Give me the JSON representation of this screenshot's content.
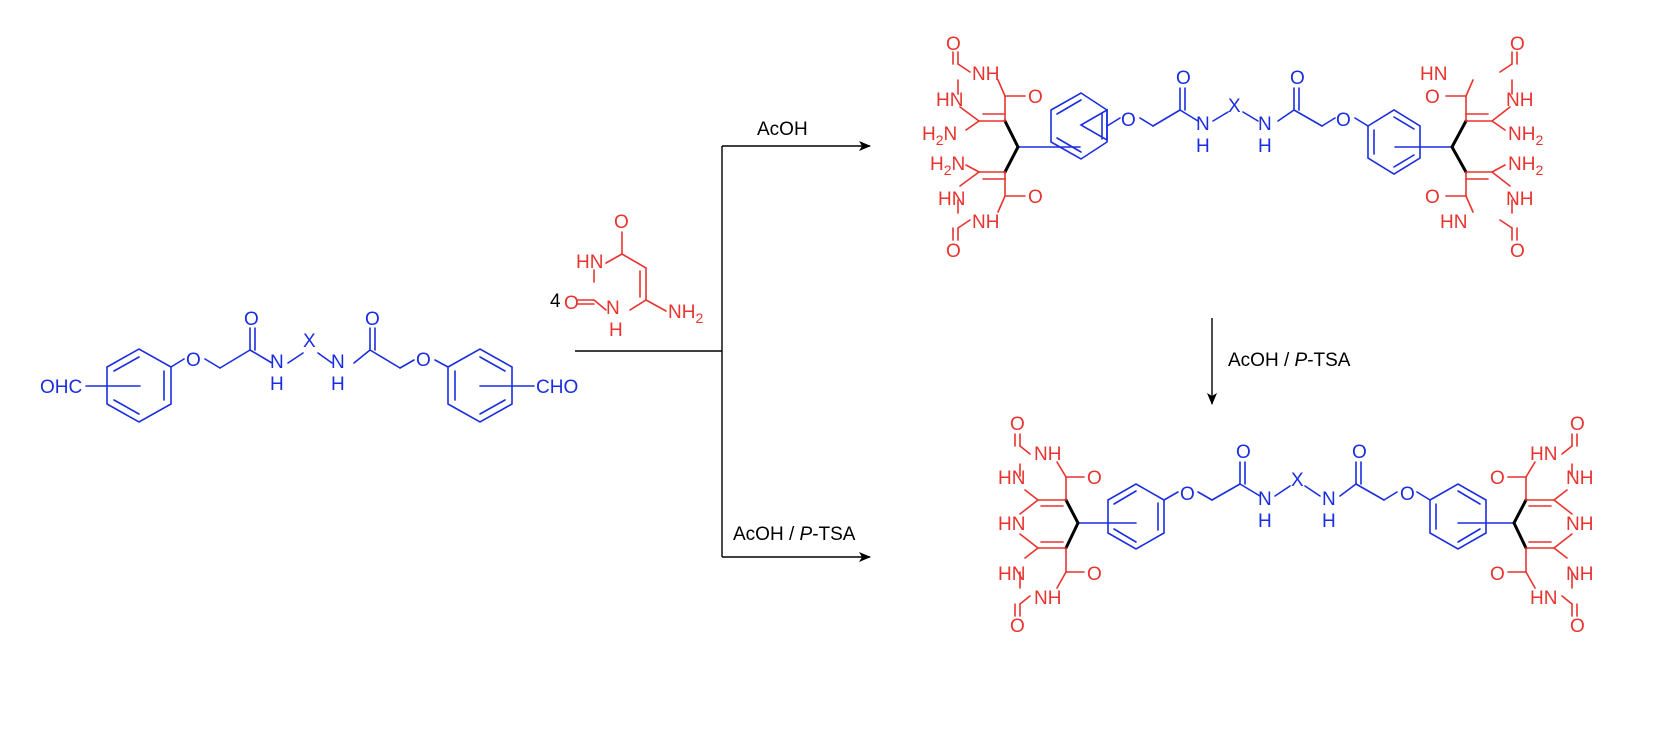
{
  "colors": {
    "aldehyde": "#1a2ee0",
    "uracil": "#e8332f",
    "black": "#000000"
  },
  "reagent": {
    "equivalents": "4"
  },
  "conditions": {
    "top": "AcOH",
    "bottom_prefix": "AcOH / ",
    "bottom_italic": "P",
    "bottom_suffix": "-TSA",
    "right_prefix": "AcOH / ",
    "right_italic": "P",
    "right_suffix": "-TSA"
  },
  "labels": {
    "O": "O",
    "NH": "NH",
    "HN": "HN",
    "H": "H",
    "N": "N",
    "X": "X",
    "NH2": "NH",
    "H2N": "H",
    "sub2": "2",
    "CHO_left": "OHC",
    "CHO_right": "CHO"
  }
}
